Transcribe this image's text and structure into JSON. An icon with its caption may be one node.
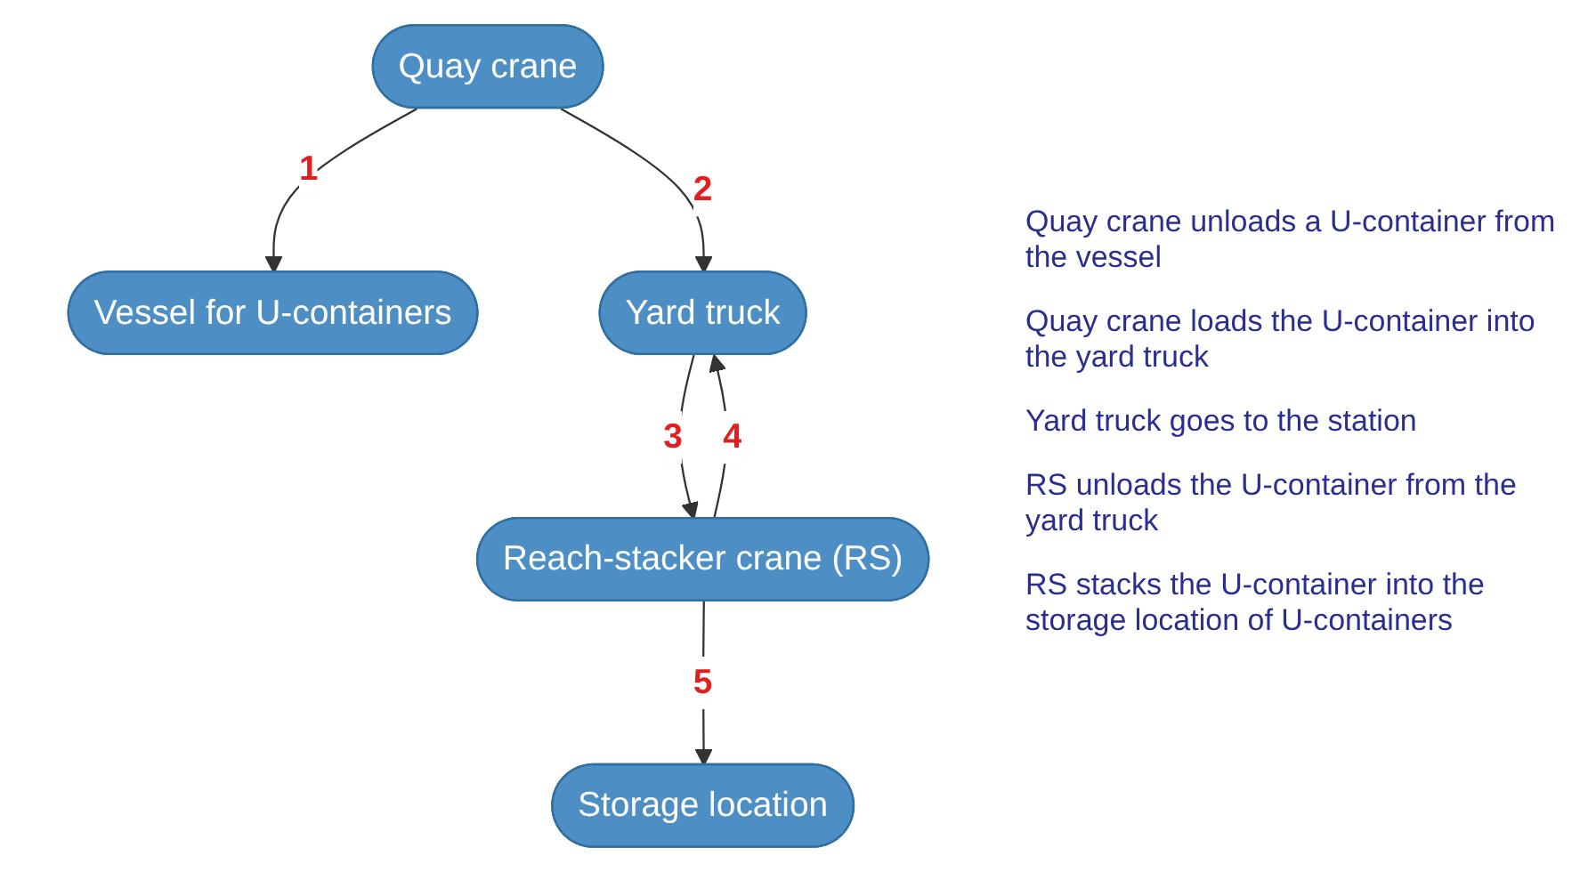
{
  "diagram": {
    "nodes": [
      {
        "text": [
          "Quay crane"
        ]
      },
      {
        "text": [
          "Vessel for U-containers"
        ]
      },
      {
        "text": [
          "Yard truck"
        ]
      },
      {
        "text": [
          "Reach-stacker crane (RS)"
        ]
      },
      {
        "text": [
          "Storage location"
        ]
      }
    ],
    "edges": [
      {
        "from": 0,
        "to": 1,
        "arrow": "to",
        "label": "1"
      },
      {
        "from": 0,
        "to": 2,
        "arrow": "to",
        "label": "2"
      },
      {
        "from": 2,
        "to": 3,
        "arrow": "to",
        "label": "3"
      },
      {
        "from": 3,
        "to": 2,
        "arrow": "to",
        "label": "4"
      },
      {
        "from": 3,
        "to": 4,
        "arrow": "to",
        "label": "5"
      }
    ],
    "labels": [
      "Quay crane unloads a U-container from the vessel",
      "Quay crane loads the U-container into the yard truck",
      "Yard truck goes to the station",
      "RS unloads the U-container from the yard truck",
      "RS stacks the U-container into the storage location of U-containers"
    ]
  }
}
